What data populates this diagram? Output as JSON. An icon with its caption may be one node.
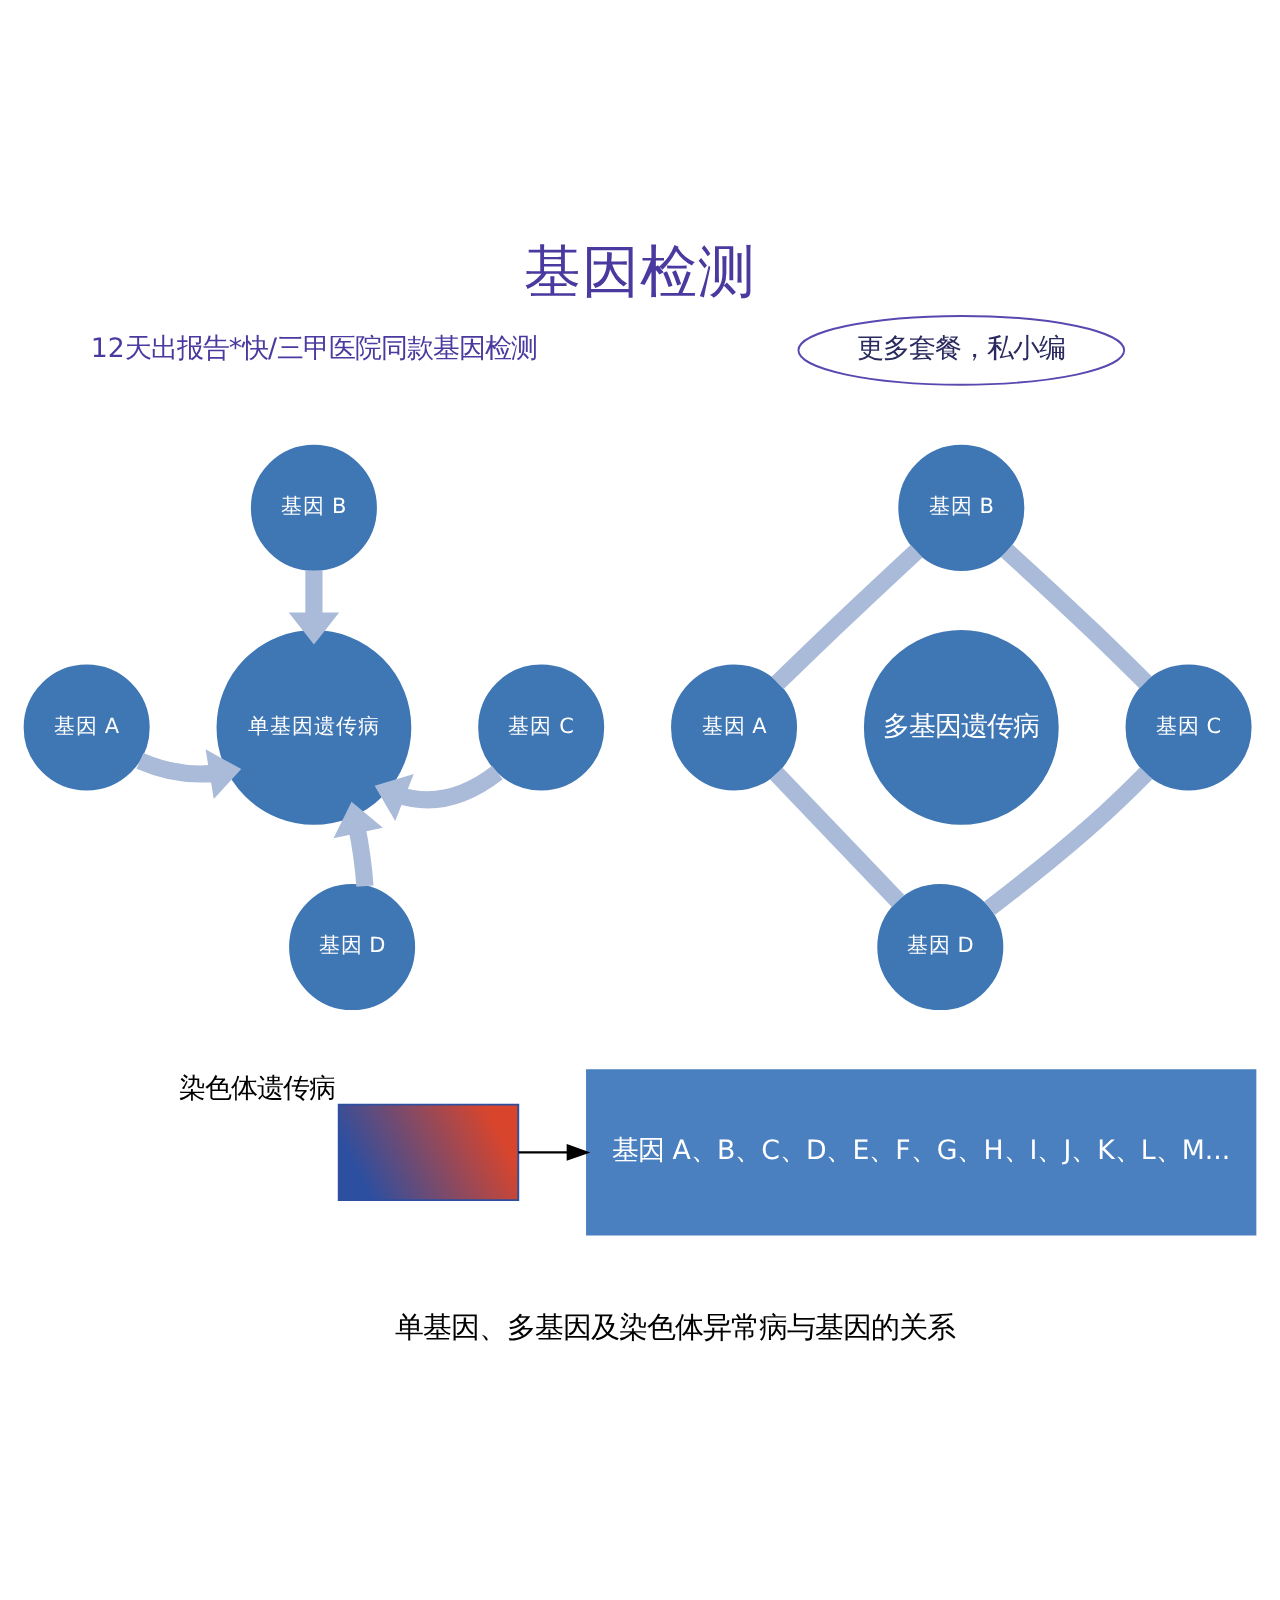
{
  "diagram": {
    "title": "基因检测",
    "caption": "单基因、多基因及染色体异常病与基因的关系",
    "nodes": [
      {
        "text": [
          "更多套餐，私小编"
        ]
      },
      {
        "text": [
          "单基因遗传病"
        ]
      },
      {
        "text": [
          "基因 B"
        ]
      },
      {
        "text": [
          "基因 A"
        ]
      },
      {
        "text": [
          "基因 C"
        ]
      },
      {
        "text": [
          "基因 D"
        ]
      },
      {
        "text": [
          "多基因遗传病"
        ]
      },
      {
        "text": [
          "基因 B"
        ]
      },
      {
        "text": [
          "基因 A"
        ]
      },
      {
        "text": [
          "基因 C"
        ]
      },
      {
        "text": [
          "基因 D"
        ]
      },
      {
        "text": [],
        "shape": "picture",
        "beside": [
          "染色体遗传病"
        ]
      },
      {
        "text": [
          "基因 A、B、C、D、E、F、G、H、I、J、K、L、M..."
        ]
      }
    ],
    "edges": [
      {
        "from": 2,
        "to": 1,
        "arrow": "to"
      },
      {
        "from": 3,
        "to": 1,
        "arrow": "to"
      },
      {
        "from": 4,
        "to": 1,
        "arrow": "to"
      },
      {
        "from": 5,
        "to": 1,
        "arrow": "to"
      },
      {
        "from": 8,
        "to": 7,
        "arrow": "none"
      },
      {
        "from": 7,
        "to": 9,
        "arrow": "none"
      },
      {
        "from": 9,
        "to": 10,
        "arrow": "none"
      },
      {
        "from": 10,
        "to": 8,
        "arrow": "none"
      },
      {
        "from": 11,
        "to": 12,
        "arrow": "to",
        "color": "#000000"
      }
    ],
    "labels": [
      "12天出报告*快/三甲医院同款基因检测"
    ]
  }
}
